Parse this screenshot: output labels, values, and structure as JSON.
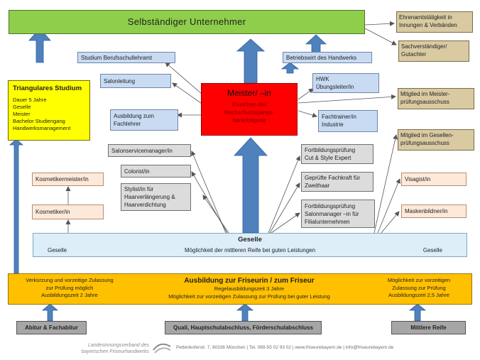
{
  "top_banner": {
    "label": "Selbständiger Unternehmer"
  },
  "ehrenamt": {
    "lines": [
      "Ehrenamtstätigkeit in",
      "Innungen & Verbänden"
    ]
  },
  "sachverstaendiger": {
    "lines": [
      "Sachverständiger/",
      "Gutachter"
    ]
  },
  "studium_berufsschullehramt": {
    "label": "Studium Berufsschullehramt"
  },
  "betriebswirt": {
    "label": "Betriebswirt des Handwerks"
  },
  "salonleitung": {
    "label": "Salonleitung"
  },
  "hwk": {
    "lines": [
      "HWK",
      "Übungsleiter/in"
    ]
  },
  "meister": {
    "title": "Meister/ –in",
    "subtitle_lines": [
      "Erreichen der",
      "Hochschulzugangs-",
      "berechtigung"
    ]
  },
  "mitglied_meister": {
    "lines": [
      "Mitglied im Meister-",
      "prüfungsausschuss"
    ]
  },
  "ausbildung_fachlehrer": {
    "lines": [
      "Ausbildung zum",
      "Fachlehrer"
    ]
  },
  "fachtrainer": {
    "lines": [
      "Fachtrainer/in",
      "Industrie"
    ]
  },
  "triangular": {
    "title": "Triangulares Studium",
    "lines": [
      "Dauer 5 Jahre",
      "Geselle",
      "Meister",
      "Bachelor Studiengang",
      "Handwerksmanagement"
    ]
  },
  "mitglied_gesellen": {
    "lines": [
      "Mitglied im Gesellen-",
      "prüfungsausschuss"
    ]
  },
  "salonservicemanager": {
    "label": "Salonservicemanager/in"
  },
  "fortbildung_cut": {
    "lines": [
      "Fortbildungsprüfung",
      "Cut & Style Expert"
    ]
  },
  "colorist": {
    "label": "Colorist/in"
  },
  "kosmetikermeister": {
    "label": "Kosmetikermeister/in"
  },
  "gepruefte_fachkraft": {
    "lines": [
      "Geprüfte Fachkraft für",
      "Zweithaar"
    ]
  },
  "visagist": {
    "label": "Visagist/in"
  },
  "stylist": {
    "lines": [
      "Stylist/in für",
      "Haarverlängerung &",
      "Haarverdichtung"
    ]
  },
  "fortbildung_salonmanager": {
    "lines": [
      "Fortbildungsprüfung",
      "Salonmanager –in für",
      "Filialunternehmen"
    ]
  },
  "kosmetiker": {
    "label": "Kosmetiker/in"
  },
  "maskenbildner": {
    "label": "Maskenbildner/in"
  },
  "geselle": {
    "title": "Geselle",
    "left": "Geselle",
    "middle": "Möglichkeit der mittleren Reife bei guten Leistungen",
    "right": "Geselle"
  },
  "ausbildung": {
    "left_lines": [
      "Verkürzung und vorzeitige Zulassung",
      "zur Prüfung möglich",
      "Ausbildungszeit 2 Jahre"
    ],
    "center_title": "Ausbildung zur Friseurin / zum Friseur",
    "center_lines": [
      "Regelausbildungszeit 3 Jahre",
      "Möglichkeit zur vorzeitigen Zulassung zur Prüfung bei guter Leistung"
    ],
    "right_lines": [
      "Möglichkeit zur vorzeitigen",
      "Zulassung zur Prüfung",
      "Ausbildungszeit 2,5 Jahre"
    ]
  },
  "abitur": {
    "label": "Abitur & Fachabitur"
  },
  "quali": {
    "label": "Quali, Hauptschulabschluss, Förderschulabschluss"
  },
  "mittlere_reife": {
    "label": "Mittlere Reife"
  },
  "footer": {
    "org_lines": [
      "Landesinnungsverband des",
      "bayerischen Friseurhandwerks"
    ],
    "contact": "Pettenkoferstr. 7, 80336 München | Tel. 089-55 02 93 02 | www.friseurebayern.de | info@friseurebayern.de"
  },
  "colors": {
    "arrow_blue": "#4f81bd",
    "arrow_blue_dark": "#2e5f9e",
    "line_grey": "#555555",
    "banner_green": "#8ece4a",
    "meister_red": "#ff0000",
    "ausbildung_orange": "#ffc000"
  }
}
